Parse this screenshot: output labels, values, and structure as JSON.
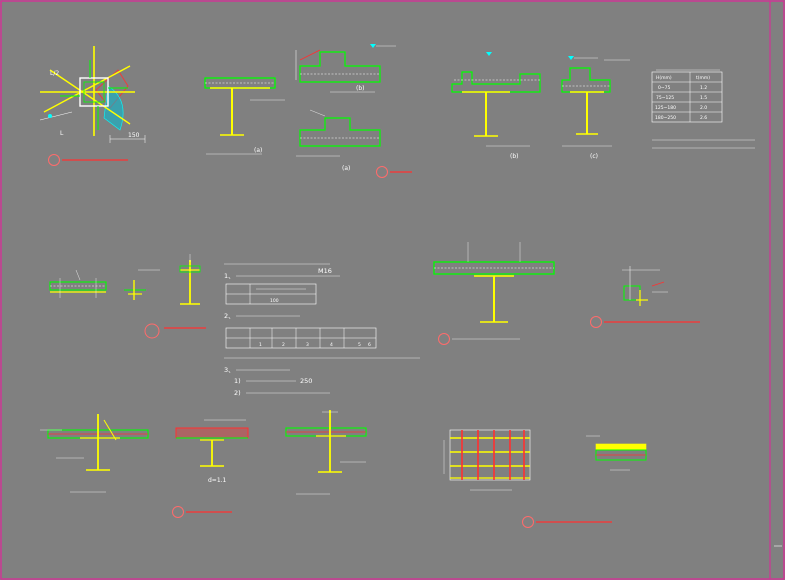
{
  "colors": {
    "background": "#808080",
    "border": "#e0259a",
    "steel": "#ffff00",
    "slab": "#00ff00",
    "rebar": "#ff3030",
    "tag": "#00ffff",
    "text": "#ffffff",
    "callout": "#ff6b6b"
  },
  "labels": {
    "dim_l0": "L/2",
    "dim_150": "150",
    "dim_l": "L",
    "lower": "(a)",
    "upper": "(b)",
    "dn": "d=1.1",
    "fig_a": "(a)",
    "fig_b": "(b)",
    "fig_c": "(c)"
  },
  "spacing_table": {
    "header": [
      "H(mm)",
      "t(mm)"
    ],
    "rows": [
      [
        "0~75",
        "1.2"
      ],
      [
        "75~125",
        "1.5"
      ],
      [
        "125~180",
        "2.0"
      ],
      [
        "180~250",
        "2.6"
      ]
    ]
  },
  "notes": {
    "item1": "1、",
    "item2": "2、",
    "item3": "3、",
    "stud": "M16",
    "note_s1": "1)",
    "note_s2": "2)",
    "note_250": "250",
    "table1_val": "100",
    "table2_cells": [
      "1",
      "2",
      "3",
      "4",
      "5",
      "6"
    ]
  }
}
